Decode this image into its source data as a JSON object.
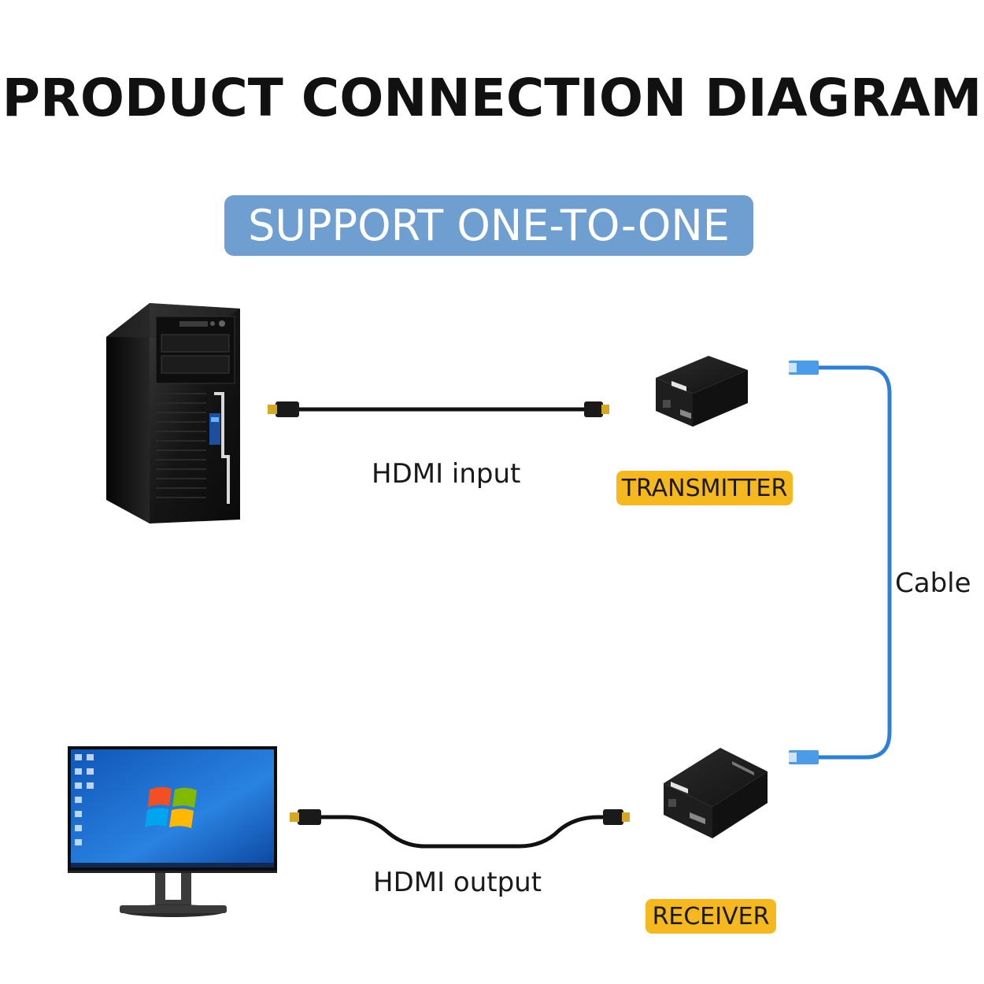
{
  "title": "PRODUCT CONNECTION DIAGRAM",
  "subtitle": "SUPPORT ONE-TO-ONE",
  "labels": {
    "hdmi_input": "HDMI input",
    "hdmi_output": "HDMI output",
    "cable": "Cable",
    "transmitter": "TRANSMITTER",
    "receiver": "RECEIVER"
  },
  "colors": {
    "pill": "#6f9fd1",
    "tag": "#f5b81e",
    "ethernet_cable": "#2e7fd6",
    "device_body": "#1b1b1b",
    "monitor_screen": "#1f6fd0"
  },
  "icons": {
    "pc": "desktop-tower-icon",
    "monitor": "monitor-icon",
    "transmitter": "extender-box-icon",
    "receiver": "extender-box-icon"
  }
}
